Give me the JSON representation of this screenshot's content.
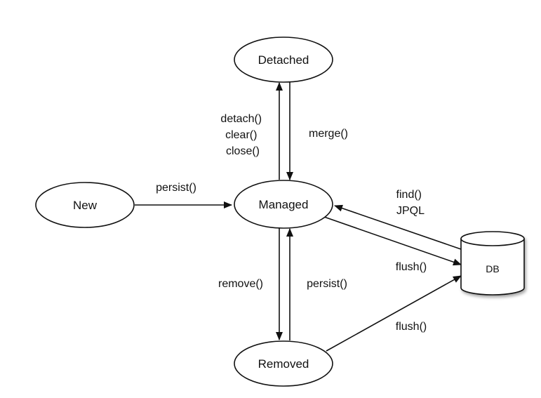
{
  "nodes": {
    "detached": "Detached",
    "new": "New",
    "managed": "Managed",
    "removed": "Removed",
    "db": "DB"
  },
  "edges": {
    "detach": [
      "detach()",
      "clear()",
      "close()"
    ],
    "merge": "merge()",
    "persist_new": "persist()",
    "find_jpql": [
      "find()",
      "JPQL"
    ],
    "flush_managed": "flush()",
    "remove": "remove()",
    "persist_removed": "persist()",
    "flush_removed": "flush()"
  },
  "colors": {
    "stroke": "#111111",
    "background": "#ffffff"
  }
}
